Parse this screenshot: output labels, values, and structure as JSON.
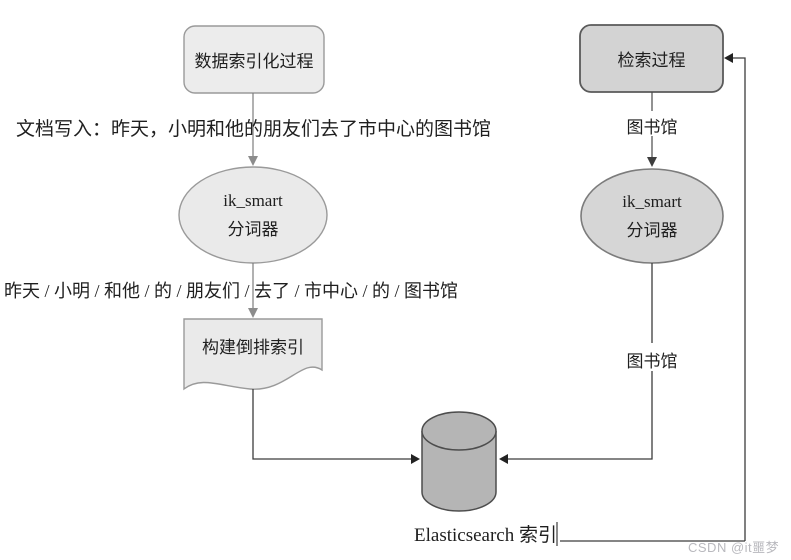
{
  "left_flow": {
    "title": "数据索引化过程",
    "document_input": "文档写入：昨天，小明和他的朋友们去了市中心的图书馆",
    "tokenizer_line1": "ik_smart",
    "tokenizer_line2": "分词器",
    "token_output": "昨天 / 小明 / 和他 / 的 / 朋友们 / 去了 / 市中心 / 的 / 图书馆",
    "inverted_index": "构建倒排索引"
  },
  "right_flow": {
    "title": "检索过程",
    "query_term_top": "图书馆",
    "tokenizer_line1": "ik_smart",
    "tokenizer_line2": "分词器",
    "query_term_bottom": "图书馆"
  },
  "storage": {
    "label": "Elasticsearch 索引"
  },
  "watermark": "CSDN @it噩梦",
  "colors": {
    "left_shape_fill": "#ececec",
    "right_shape_fill": "#d3d3d3",
    "cylinder_fill": "#b5b5b5",
    "shape_stroke_light": "#9a9a9a",
    "shape_stroke_dark": "#5a5a5a",
    "connector": "#3c3c3c",
    "text": "#1f1f1f",
    "watermark": "#b9b9be"
  }
}
